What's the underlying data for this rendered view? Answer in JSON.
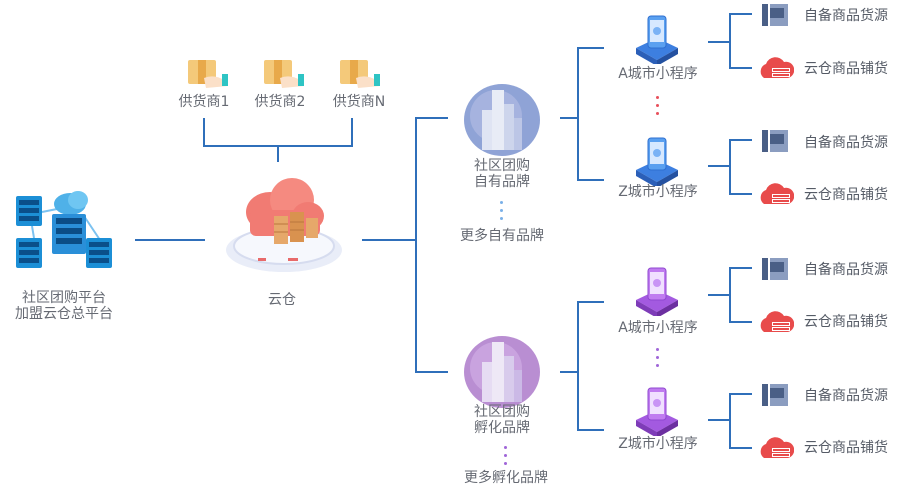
{
  "platform": {
    "line1": "社区团购平台",
    "line2": "加盟云仓总平台"
  },
  "cloud_warehouse": {
    "label": "云仓"
  },
  "suppliers": [
    "供货商1",
    "供货商2",
    "供货商N"
  ],
  "brands": {
    "own": {
      "line1": "社区团购",
      "line2": "自有品牌",
      "more": "更多自有品牌"
    },
    "incubate": {
      "line1": "社区团购",
      "line2": "孵化品牌",
      "more": "更多孵化品牌"
    }
  },
  "mini_programs": {
    "own_a": "A城市小程序",
    "own_z": "Z城市小程序",
    "inc_a": "A城市小程序",
    "inc_z": "Z城市小程序"
  },
  "sources": {
    "self": "自备商品货源",
    "cloud": "云仓商品铺货"
  },
  "colors": {
    "line": "#2f6fba",
    "blue_dots": "#7ab0e8",
    "red_dots": "#e8505b",
    "purple_dots": "#a066d8",
    "text": "#666a73"
  }
}
